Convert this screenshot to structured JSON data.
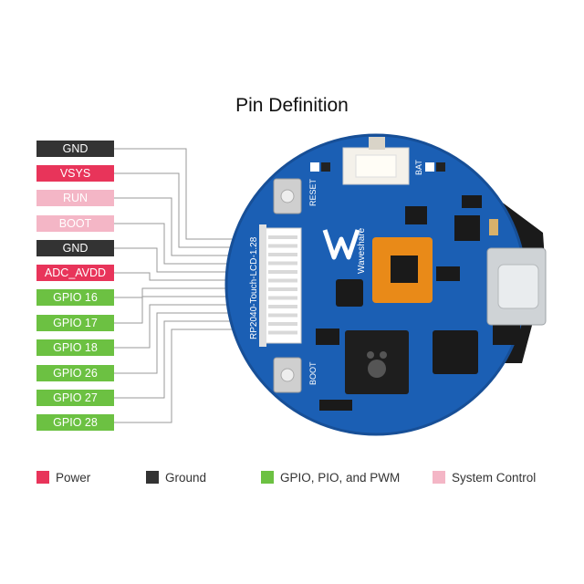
{
  "title": "Pin Definition",
  "colors": {
    "power": "#e8345a",
    "ground": "#333333",
    "gpio": "#6cc142",
    "system": "#f4b6c6",
    "board": "#1b5fb4"
  },
  "pins": [
    {
      "label": "GND",
      "type": "ground"
    },
    {
      "label": "VSYS",
      "type": "power"
    },
    {
      "label": "RUN",
      "type": "system"
    },
    {
      "label": "BOOT",
      "type": "system"
    },
    {
      "label": "GND",
      "type": "ground"
    },
    {
      "label": "ADC_AVDD",
      "type": "power"
    },
    {
      "label": "GPIO 16",
      "type": "gpio"
    },
    {
      "label": "GPIO 17",
      "type": "gpio"
    },
    {
      "label": "GPIO 18",
      "type": "gpio"
    },
    {
      "label": "GPIO 26",
      "type": "gpio"
    },
    {
      "label": "GPIO 27",
      "type": "gpio"
    },
    {
      "label": "GPIO 28",
      "type": "gpio"
    }
  ],
  "legend": [
    {
      "label": "Power",
      "type": "power"
    },
    {
      "label": "Ground",
      "type": "ground"
    },
    {
      "label": "GPIO, PIO, and PWM",
      "type": "gpio"
    },
    {
      "label": "System Control",
      "type": "system"
    }
  ],
  "board": {
    "model": "RP2040-Touch-LCD-1.28",
    "brand": "Waveshare",
    "reset_label": "RESET",
    "boot_label": "BOOT",
    "bat_label": "BAT"
  }
}
